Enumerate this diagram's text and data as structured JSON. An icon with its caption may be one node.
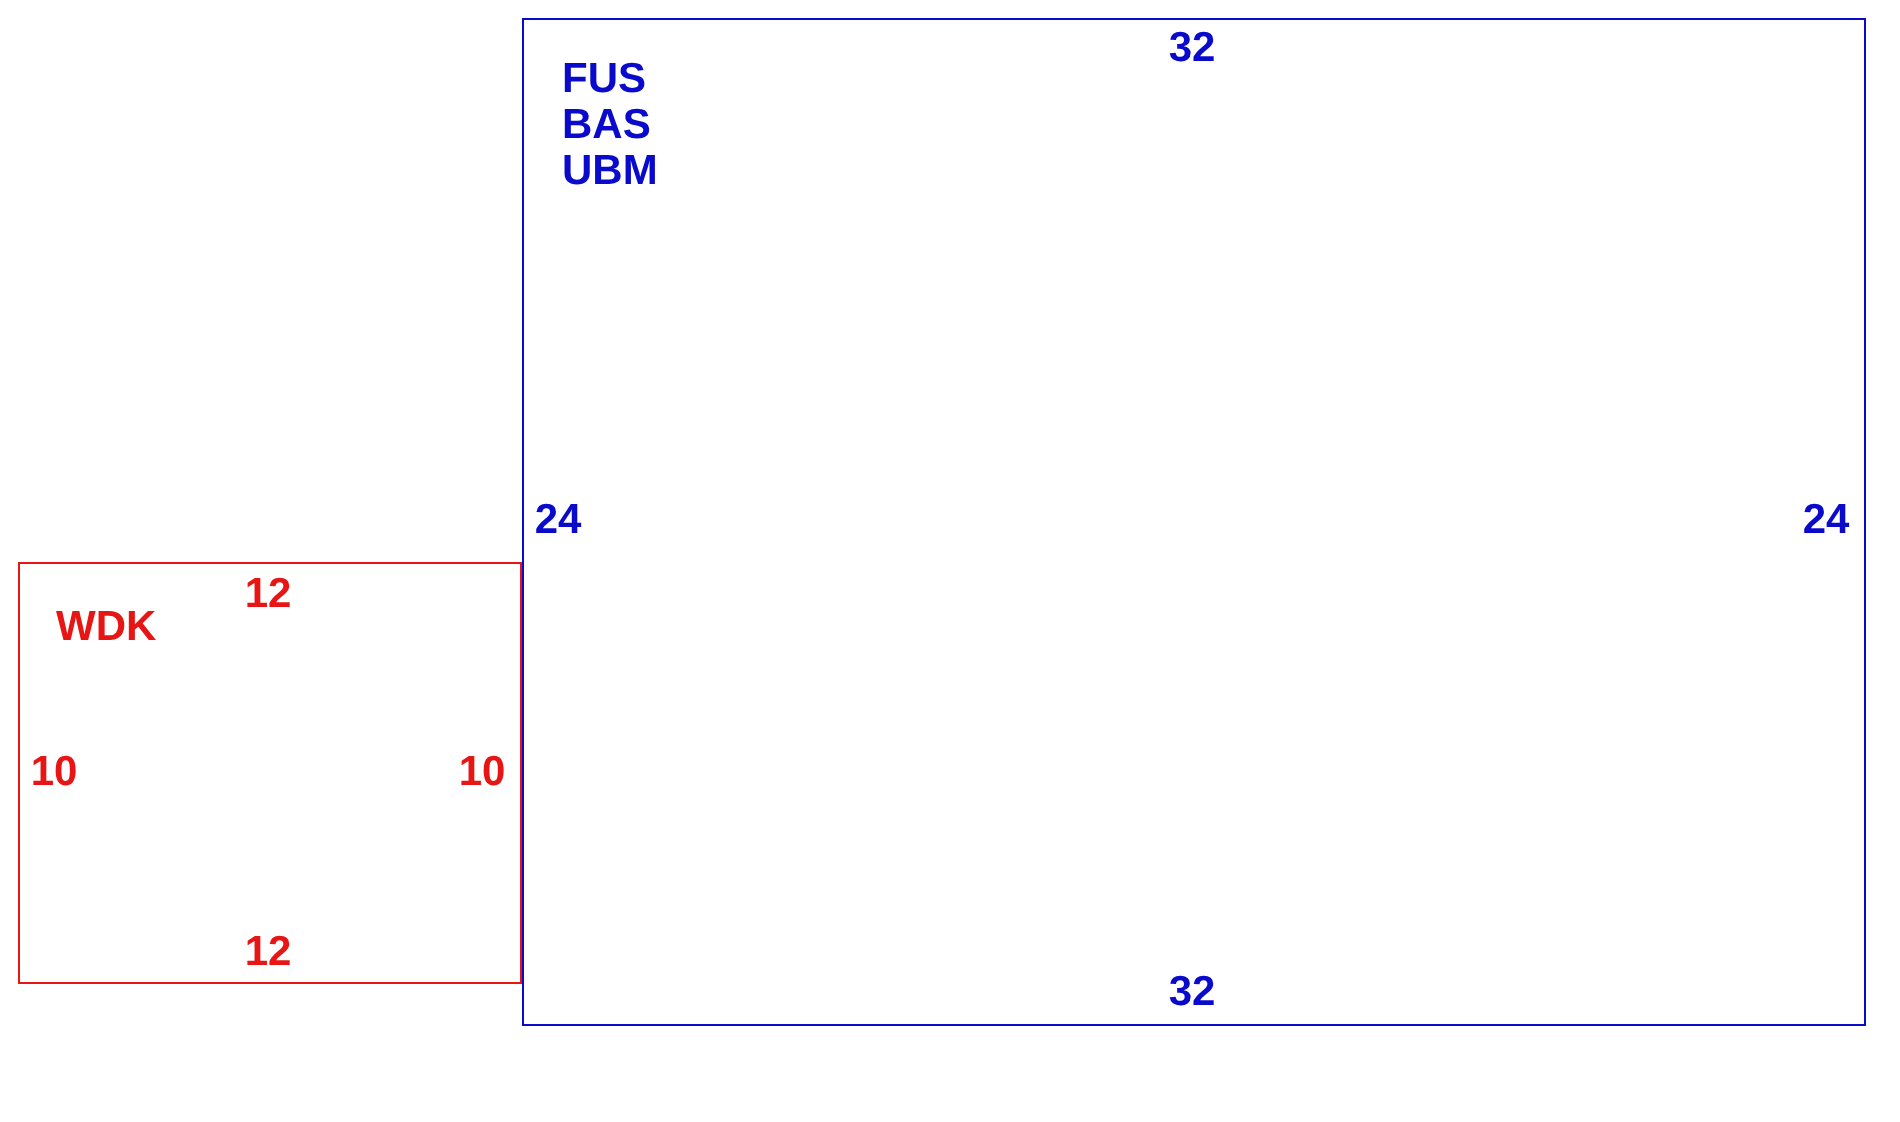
{
  "diagram": {
    "nodes": [
      {
        "text": [
          "FUS",
          "BAS",
          "UBM"
        ]
      },
      {
        "text": [
          "WDK"
        ]
      }
    ],
    "labels": [
      "32",
      "24",
      "24",
      "12",
      "10",
      "10",
      "12",
      "32"
    ]
  }
}
